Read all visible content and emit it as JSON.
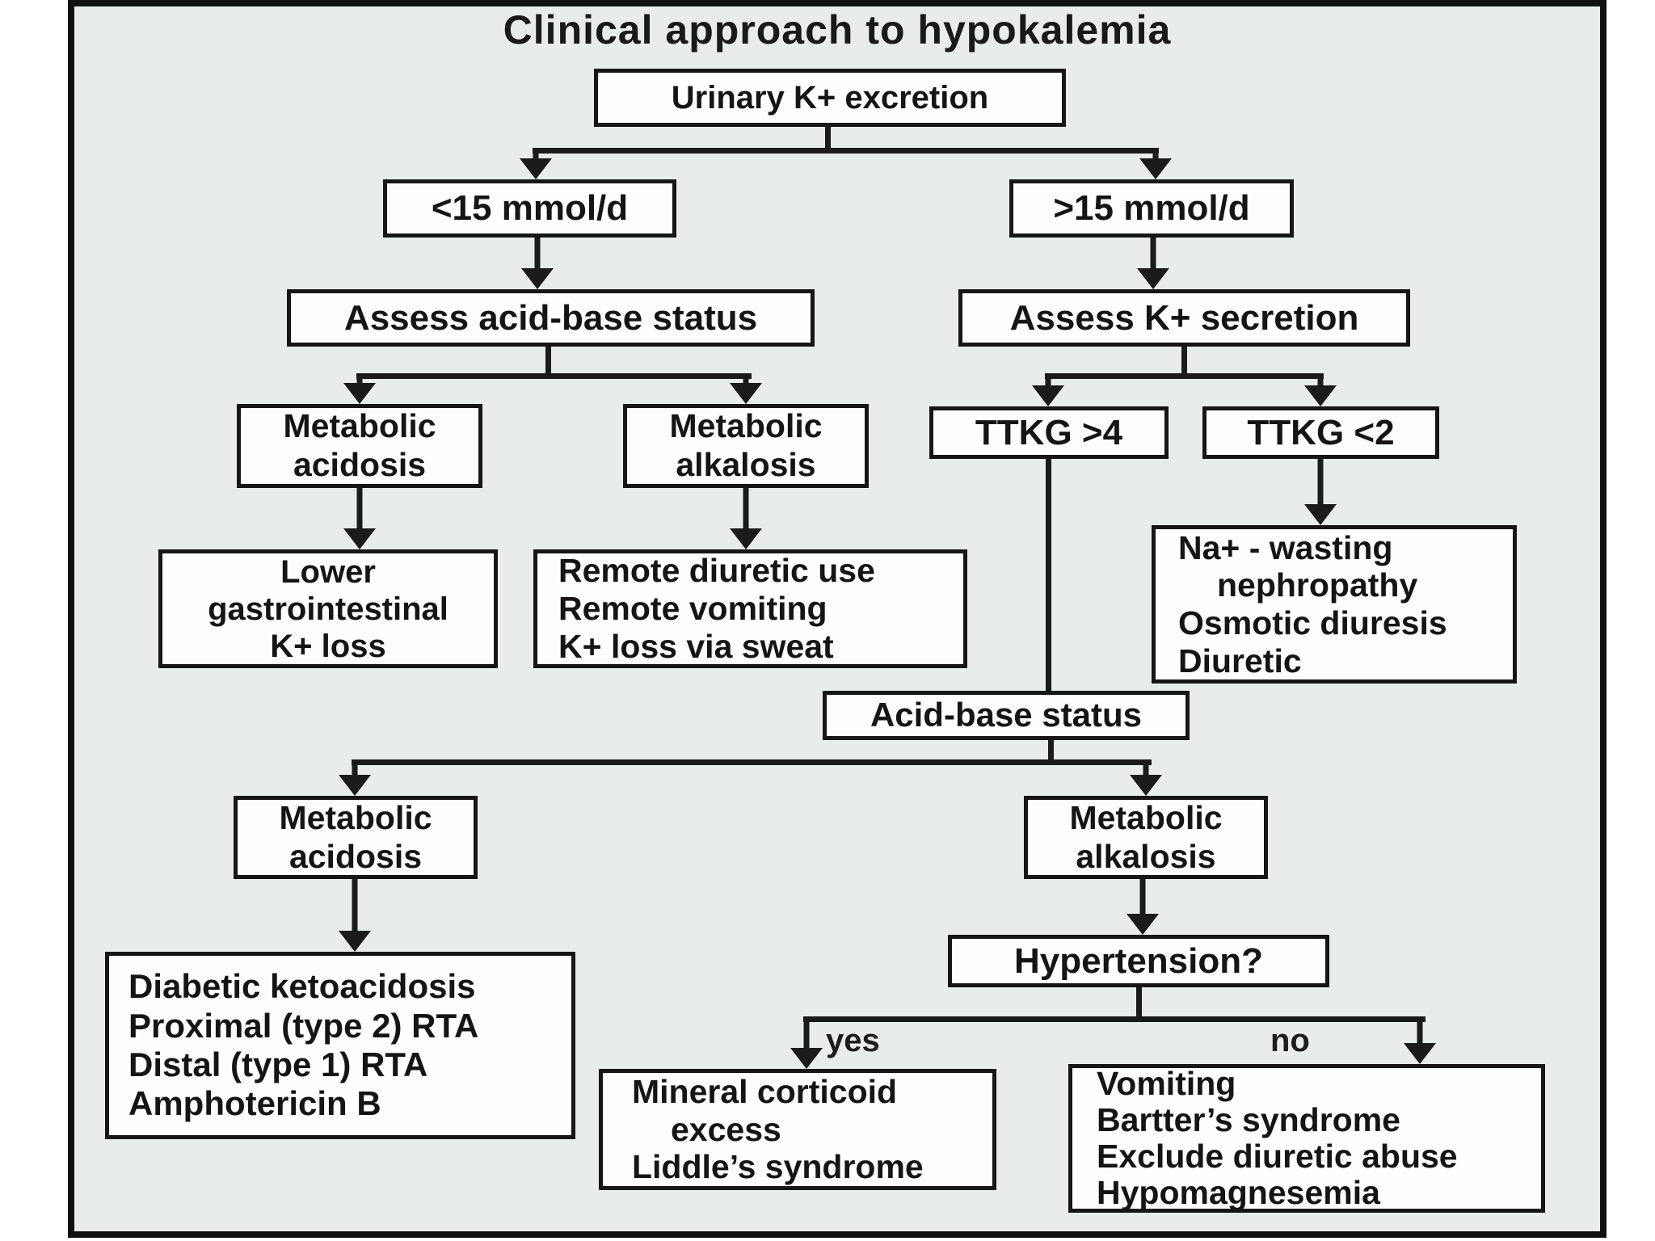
{
  "title": "Clinical approach to hypokalemia",
  "edge_labels": {
    "yes": "yes",
    "no": "no"
  },
  "nodes": {
    "urinary": {
      "lines": [
        "Urinary K+ excretion"
      ]
    },
    "under15": {
      "lines": [
        "<15 mmol/d"
      ]
    },
    "over15": {
      "lines": [
        ">15 mmol/d"
      ]
    },
    "assess_ab": {
      "lines": [
        "Assess acid-base status"
      ]
    },
    "assess_k": {
      "lines": [
        "Assess K+ secretion"
      ]
    },
    "met_acid_1": {
      "lines": [
        "Metabolic",
        "acidosis"
      ]
    },
    "met_alk_1": {
      "lines": [
        "Metabolic",
        "alkalosis"
      ]
    },
    "ttkg_gt4": {
      "lines": [
        "TTKG >4"
      ]
    },
    "ttkg_lt2": {
      "lines": [
        "TTKG <2"
      ]
    },
    "lower_gi": {
      "lines": [
        "Lower",
        "gastrointestinal",
        "K+ loss"
      ]
    },
    "remote": {
      "lines": [
        "Remote diuretic use",
        "Remote vomiting",
        "K+ loss via sweat"
      ]
    },
    "na_wasting": {
      "lines": [
        "Na+ - wasting",
        "nephropathy",
        "Osmotic diuresis",
        "Diuretic"
      ]
    },
    "ab_status": {
      "lines": [
        "Acid-base status"
      ]
    },
    "met_acid_2": {
      "lines": [
        "Metabolic",
        "acidosis"
      ]
    },
    "met_alk_2": {
      "lines": [
        "Metabolic",
        "alkalosis"
      ]
    },
    "dka": {
      "lines": [
        "Diabetic ketoacidosis",
        "Proximal (type 2) RTA",
        "Distal (type 1) RTA",
        "Amphotericin B"
      ]
    },
    "hypertension": {
      "lines": [
        "Hypertension?"
      ]
    },
    "mineral": {
      "lines": [
        "Mineral corticoid",
        "excess",
        "Liddle’s syndrome"
      ]
    },
    "vomiting": {
      "lines": [
        "Vomiting",
        "Bartter’s syndrome",
        "Exclude diuretic abuse",
        "Hypomagnesemia"
      ]
    }
  },
  "colors": {
    "background": "#e8ecea",
    "line": "#1b1b1b",
    "box_fill": "#fcfdfd",
    "box_border": "#161616",
    "text": "#151515"
  }
}
